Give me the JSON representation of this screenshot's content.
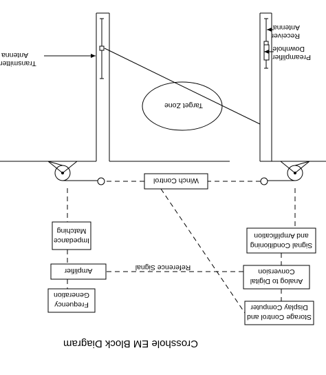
{
  "title": "Crosshole EM Block Diagram",
  "labels": {
    "transmitter": "Transmitter",
    "antenna_left": "Antenna",
    "receiver": "Receiver",
    "antenna_right": "Antenna",
    "preamplifier": "Preamplifier",
    "downhole": "Downhole",
    "target_zone": "Target Zone",
    "reference_signal": "Reference Signal"
  },
  "boxes": {
    "winch_control": "Winch Control",
    "impedance_matching_1": "Impedance",
    "impedance_matching_2": "Matching",
    "amplifier": "Amplifier",
    "frequency_generation_1": "Frequency",
    "frequency_generation_2": "Generation",
    "signal_conditioning_1": "Signal Conditioning",
    "signal_conditioning_2": "and Amplification",
    "analog_to_digital_1": "Analog to Digital",
    "analog_to_digital_2": "Conversion",
    "storage_display_1": "Storage Control and",
    "storage_display_2": "Display Computer"
  }
}
